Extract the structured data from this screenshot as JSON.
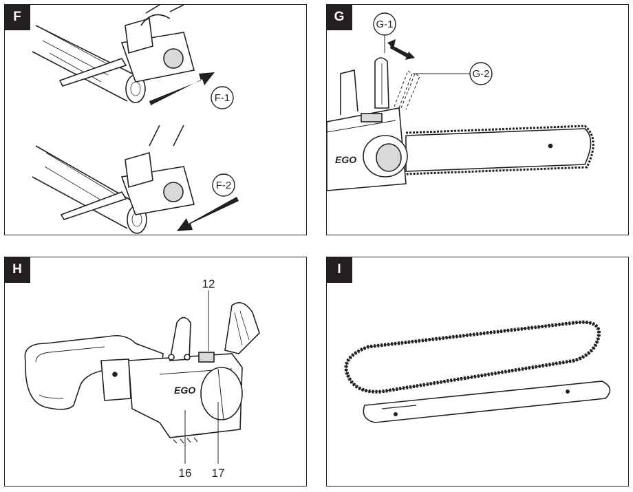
{
  "panels": [
    {
      "label": "F",
      "callouts": [
        "F-1",
        "F-2"
      ]
    },
    {
      "label": "G",
      "callouts": [
        "G-1",
        "G-2"
      ],
      "brand": "EGO"
    },
    {
      "label": "H",
      "callouts": [
        "12",
        "16",
        "17"
      ],
      "brand": "EGO"
    },
    {
      "label": "I"
    }
  ],
  "colors": {
    "line": "#231f20",
    "fill_grey": "#d9d9d9",
    "background": "#ffffff"
  }
}
